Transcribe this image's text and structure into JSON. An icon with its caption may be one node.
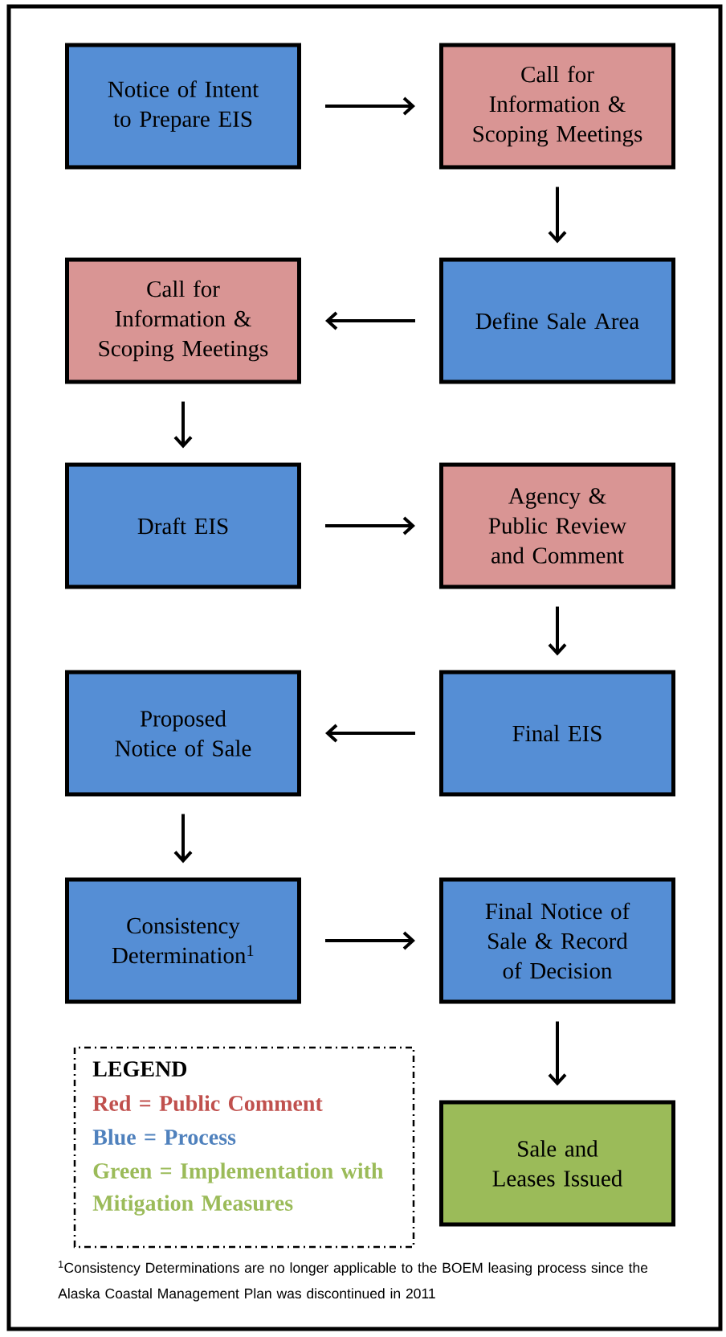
{
  "diagram": {
    "nodes": [
      {
        "text": [
          "Notice of Intent to Prepare EIS"
        ]
      },
      {
        "text": [
          "Call for Information & Scoping Meetings"
        ]
      },
      {
        "text": [
          "Define Sale Area"
        ]
      },
      {
        "text": [
          "Call for Information & Scoping Meetings"
        ]
      },
      {
        "text": [
          "Draft EIS"
        ]
      },
      {
        "text": [
          "Agency & Public Review and Comment"
        ]
      },
      {
        "text": [
          "Final EIS"
        ]
      },
      {
        "text": [
          "Proposed Notice of Sale"
        ]
      },
      {
        "text": [
          "Consistency Determination$^{1}$"
        ]
      },
      {
        "text": [
          "Final Notice of Sale & Record of Decision"
        ]
      },
      {
        "text": [
          "Sale and Leases Issued"
        ]
      }
    ],
    "edges": [
      {
        "from": 0,
        "to": 1,
        "arrow": "to"
      },
      {
        "from": 1,
        "to": 2,
        "arrow": "to"
      },
      {
        "from": 2,
        "to": 3,
        "arrow": "to"
      },
      {
        "from": 3,
        "to": 4,
        "arrow": "to"
      },
      {
        "from": 4,
        "to": 5,
        "arrow": "to"
      },
      {
        "from": 5,
        "to": 6,
        "arrow": "to"
      },
      {
        "from": 6,
        "to": 7,
        "arrow": "to"
      },
      {
        "from": 7,
        "to": 8,
        "arrow": "to"
      },
      {
        "from": 8,
        "to": 9,
        "arrow": "to"
      },
      {
        "from": 9,
        "to": 10,
        "arrow": "to"
      }
    ],
    "labels": [
      "LEGEND",
      "$^{1}$Consistency Determinations are no longer applicable to the BOEM leasing process since the Alaska Coastal Management Plan was discontinued in 2011"
    ],
    "legend": [
      {
        "text": "Red = Public Comment",
        "color": "#c0504d"
      },
      {
        "text": "Blue = Process",
        "color": "#4f81bd"
      },
      {
        "text": "Green = Implementation with Mitigation Measures",
        "color": "#9bbb59"
      }
    ]
  }
}
